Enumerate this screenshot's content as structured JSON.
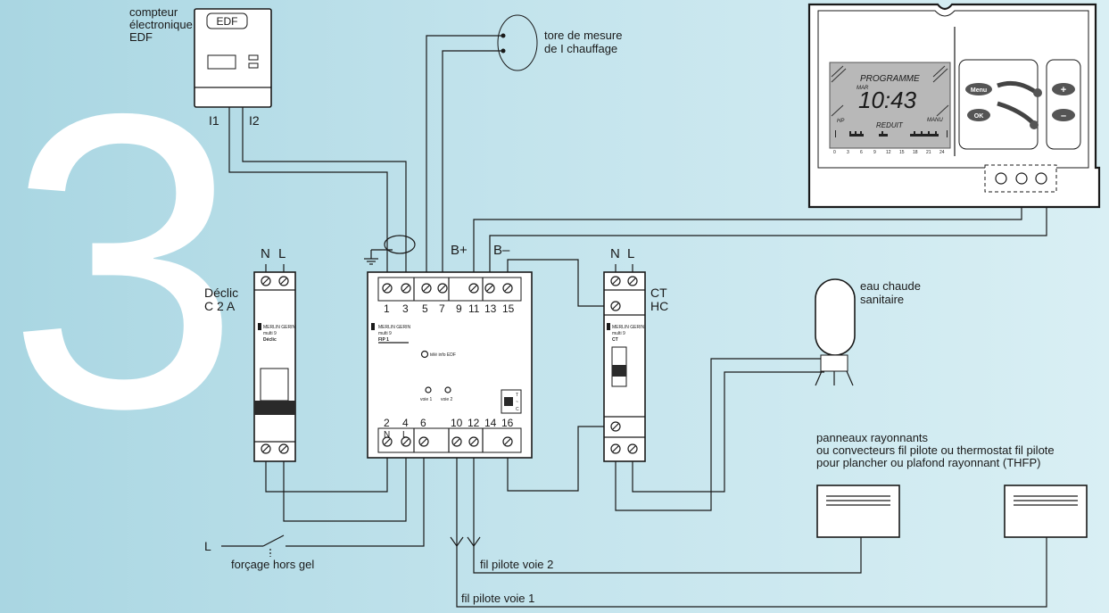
{
  "page_number": "3",
  "meter": {
    "label_line1": "compteur",
    "label_line2": "électronique",
    "label_line3": "EDF",
    "badge": "EDF",
    "terminal_1": "I1",
    "terminal_2": "I2"
  },
  "torus": {
    "label_line1": "tore de mesure",
    "label_line2": "de I chauffage"
  },
  "declic": {
    "label_line1": "Déclic",
    "label_line2": "C 2 A",
    "term_n": "N",
    "term_l": "L",
    "brand": "MERLIN GERIN",
    "range": "multi 9",
    "model": "Déclic"
  },
  "fip": {
    "top_terminals": [
      "1",
      "3",
      "5",
      "7",
      "9",
      "11",
      "13",
      "15"
    ],
    "bottom_terminals": [
      "2",
      "4",
      "6",
      "10",
      "12",
      "14",
      "16"
    ],
    "bottom_n": "N",
    "bottom_l": "L",
    "brand": "MERLIN GERIN",
    "range": "multi 9",
    "model": "FIP 1",
    "led_label": "télé info EDF",
    "voie1": "voie 1",
    "voie2": "voie 2",
    "switch_t": "T",
    "switch_c": "C",
    "switch_mid": "~"
  },
  "bus": {
    "b_plus": "B+",
    "b_minus": "B–"
  },
  "ct": {
    "label_line1": "CT",
    "label_line2": "HC",
    "term_n": "N",
    "term_l": "L",
    "brand": "MERLIN GERIN",
    "range": "multi 9",
    "model": "CT"
  },
  "water_heater": {
    "label_line1": "eau chaude",
    "label_line2": "sanitaire"
  },
  "programmer": {
    "screen_mode": "PROGRAMME",
    "day": "MAR",
    "time": "10:43",
    "hp": "HP",
    "reduit": "REDUIT",
    "manu": "MANU",
    "scale": [
      "0",
      "3",
      "6",
      "9",
      "12",
      "15",
      "18",
      "21",
      "24"
    ],
    "btn_menu": "Menu",
    "btn_ok": "OK",
    "btn_plus": "+",
    "btn_minus": "–"
  },
  "panels": {
    "label_line1": "panneaux rayonnants",
    "label_line2": "ou convecteurs fil pilote ou thermostat fil pilote",
    "label_line3": "pour plancher ou plafond rayonnant (THFP)"
  },
  "wires": {
    "l_input": "L",
    "forcage": "forçage hors gel",
    "pilote1": "fil pilote voie 1",
    "pilote2": "fil pilote voie 2"
  }
}
